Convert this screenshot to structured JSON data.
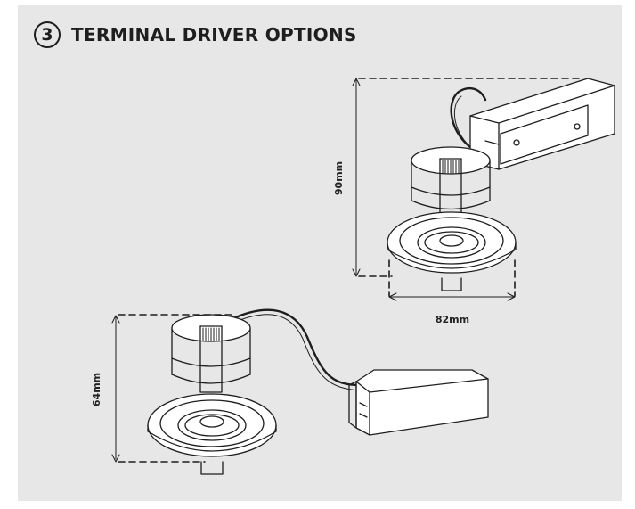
{
  "header": {
    "step_number": "3",
    "title": "TERMINAL DRIVER OPTIONS"
  },
  "dimensions": {
    "height_top": "90mm",
    "width_top": "82mm",
    "height_bottom": "64mm"
  },
  "colors": {
    "panel": "#e7e7e7",
    "ink": "#1e1e1e"
  }
}
